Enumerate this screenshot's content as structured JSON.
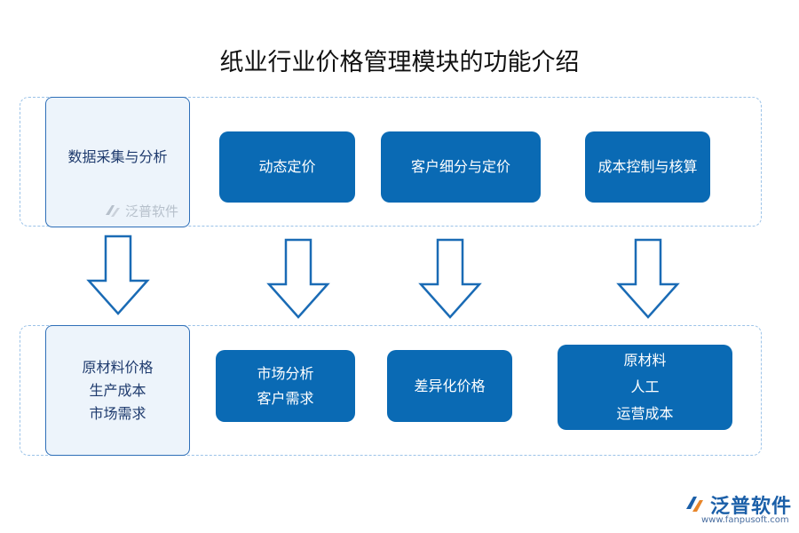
{
  "title": "纸业行业价格管理模块的功能介绍",
  "top_row": {
    "side_label": "数据采集与分析",
    "boxes": [
      "动态定价",
      "客户细分与定价",
      "成本控制与核算"
    ]
  },
  "bottom_row": {
    "side_lines": [
      "原材料价格",
      "生产成本",
      "市场需求"
    ],
    "box1_lines": [
      "市场分析",
      "客户需求"
    ],
    "box2_label": "差异化价格",
    "box3_lines": [
      "原材料",
      "人工",
      "运营成本"
    ]
  },
  "watermark": {
    "text": "泛普软件",
    "icon": "fanpu-logo-icon"
  },
  "logo": {
    "text": "泛普软件",
    "url": "www.fanpusoft.com",
    "icon": "fanpu-logo-icon"
  },
  "colors": {
    "box_fill": "#0a6ab4",
    "side_fill": "#edf4fb",
    "side_border": "#2e6fb8",
    "dashed_border": "#9cc3e8",
    "arrow_stroke": "#1a6bb5"
  }
}
